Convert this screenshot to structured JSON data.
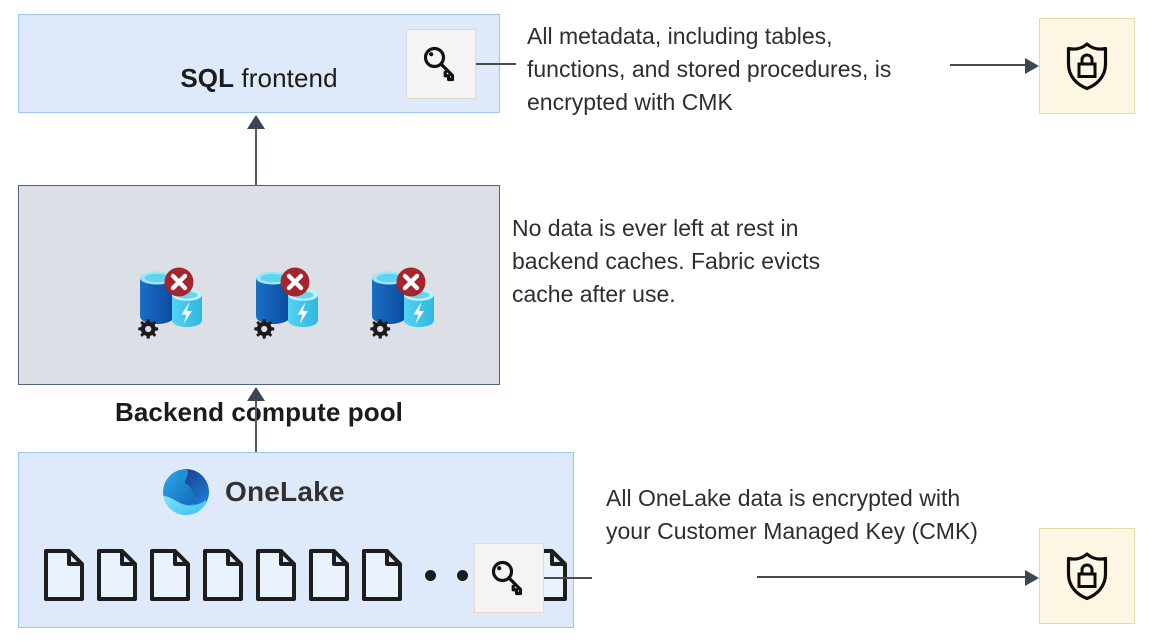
{
  "diagram": {
    "title": "Microsoft Fabric CMK encryption architecture",
    "colors": {
      "box_blue_fill": "#deeafa",
      "box_blue_border": "#9cc7f0",
      "box_grey_fill": "#dcdfe6",
      "box_grey_border": "#51628a",
      "shield_fill": "#fdf6e3",
      "shield_border": "#e8d9a8",
      "key_chip_fill": "#f6f4f2",
      "arrow": "#3d4452",
      "text": "#2e2e2e"
    }
  },
  "sql_frontend": {
    "title_strong": "SQL",
    "title_rest": " frontend",
    "key_icon_name": "key-icon"
  },
  "backend": {
    "title": "Backend compute pool",
    "nodes": [
      {
        "label": "compute-node-1",
        "state": "cache-evicted"
      },
      {
        "label": "compute-node-2",
        "state": "cache-evicted"
      },
      {
        "label": "compute-node-3",
        "state": "cache-evicted"
      }
    ]
  },
  "onelake": {
    "brand": "OneLake",
    "file_count": 8,
    "dot_count": 3,
    "key_icon_name": "key-icon"
  },
  "annotations": [
    {
      "id": "metadata-cmk",
      "text": "All metadata, including tables, functions, and stored procedures, is encrypted with CMK"
    },
    {
      "id": "no-data-at-rest",
      "text": "No data is ever left at rest in backend caches. Fabric evicts cache after use."
    },
    {
      "id": "onelake-cmk",
      "text": "All OneLake data is encrypted with your Customer Managed Key (CMK)"
    }
  ],
  "shields": [
    {
      "id": "shield-top",
      "icon": "shield-lock-icon"
    },
    {
      "id": "shield-bottom",
      "icon": "shield-lock-icon"
    }
  ]
}
